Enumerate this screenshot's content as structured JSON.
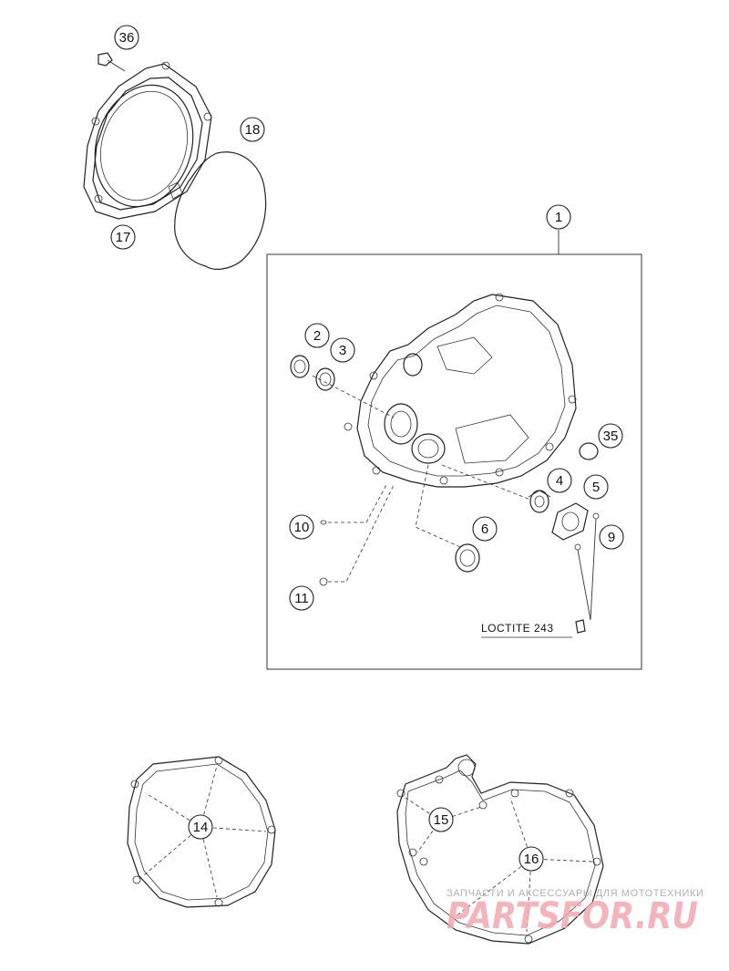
{
  "callouts": [
    {
      "id": "c36",
      "label": "36"
    },
    {
      "id": "c18",
      "label": "18"
    },
    {
      "id": "c17",
      "label": "17"
    },
    {
      "id": "c1",
      "label": "1"
    },
    {
      "id": "c2",
      "label": "2"
    },
    {
      "id": "c3",
      "label": "3"
    },
    {
      "id": "c35",
      "label": "35"
    },
    {
      "id": "c4",
      "label": "4"
    },
    {
      "id": "c5",
      "label": "5"
    },
    {
      "id": "c10",
      "label": "10"
    },
    {
      "id": "c6",
      "label": "6"
    },
    {
      "id": "c9",
      "label": "9"
    },
    {
      "id": "c11",
      "label": "11"
    },
    {
      "id": "c14",
      "label": "14"
    },
    {
      "id": "c15",
      "label": "15"
    },
    {
      "id": "c16",
      "label": "16"
    }
  ],
  "note": {
    "loctite": "LOCTITE 243"
  },
  "watermark": {
    "tagline": "ЗАПЧАСТИ И АКСЕССУАРЫ ДЛЯ МОТОТЕХНИКИ",
    "brand": "PARTSFOR.RU"
  }
}
